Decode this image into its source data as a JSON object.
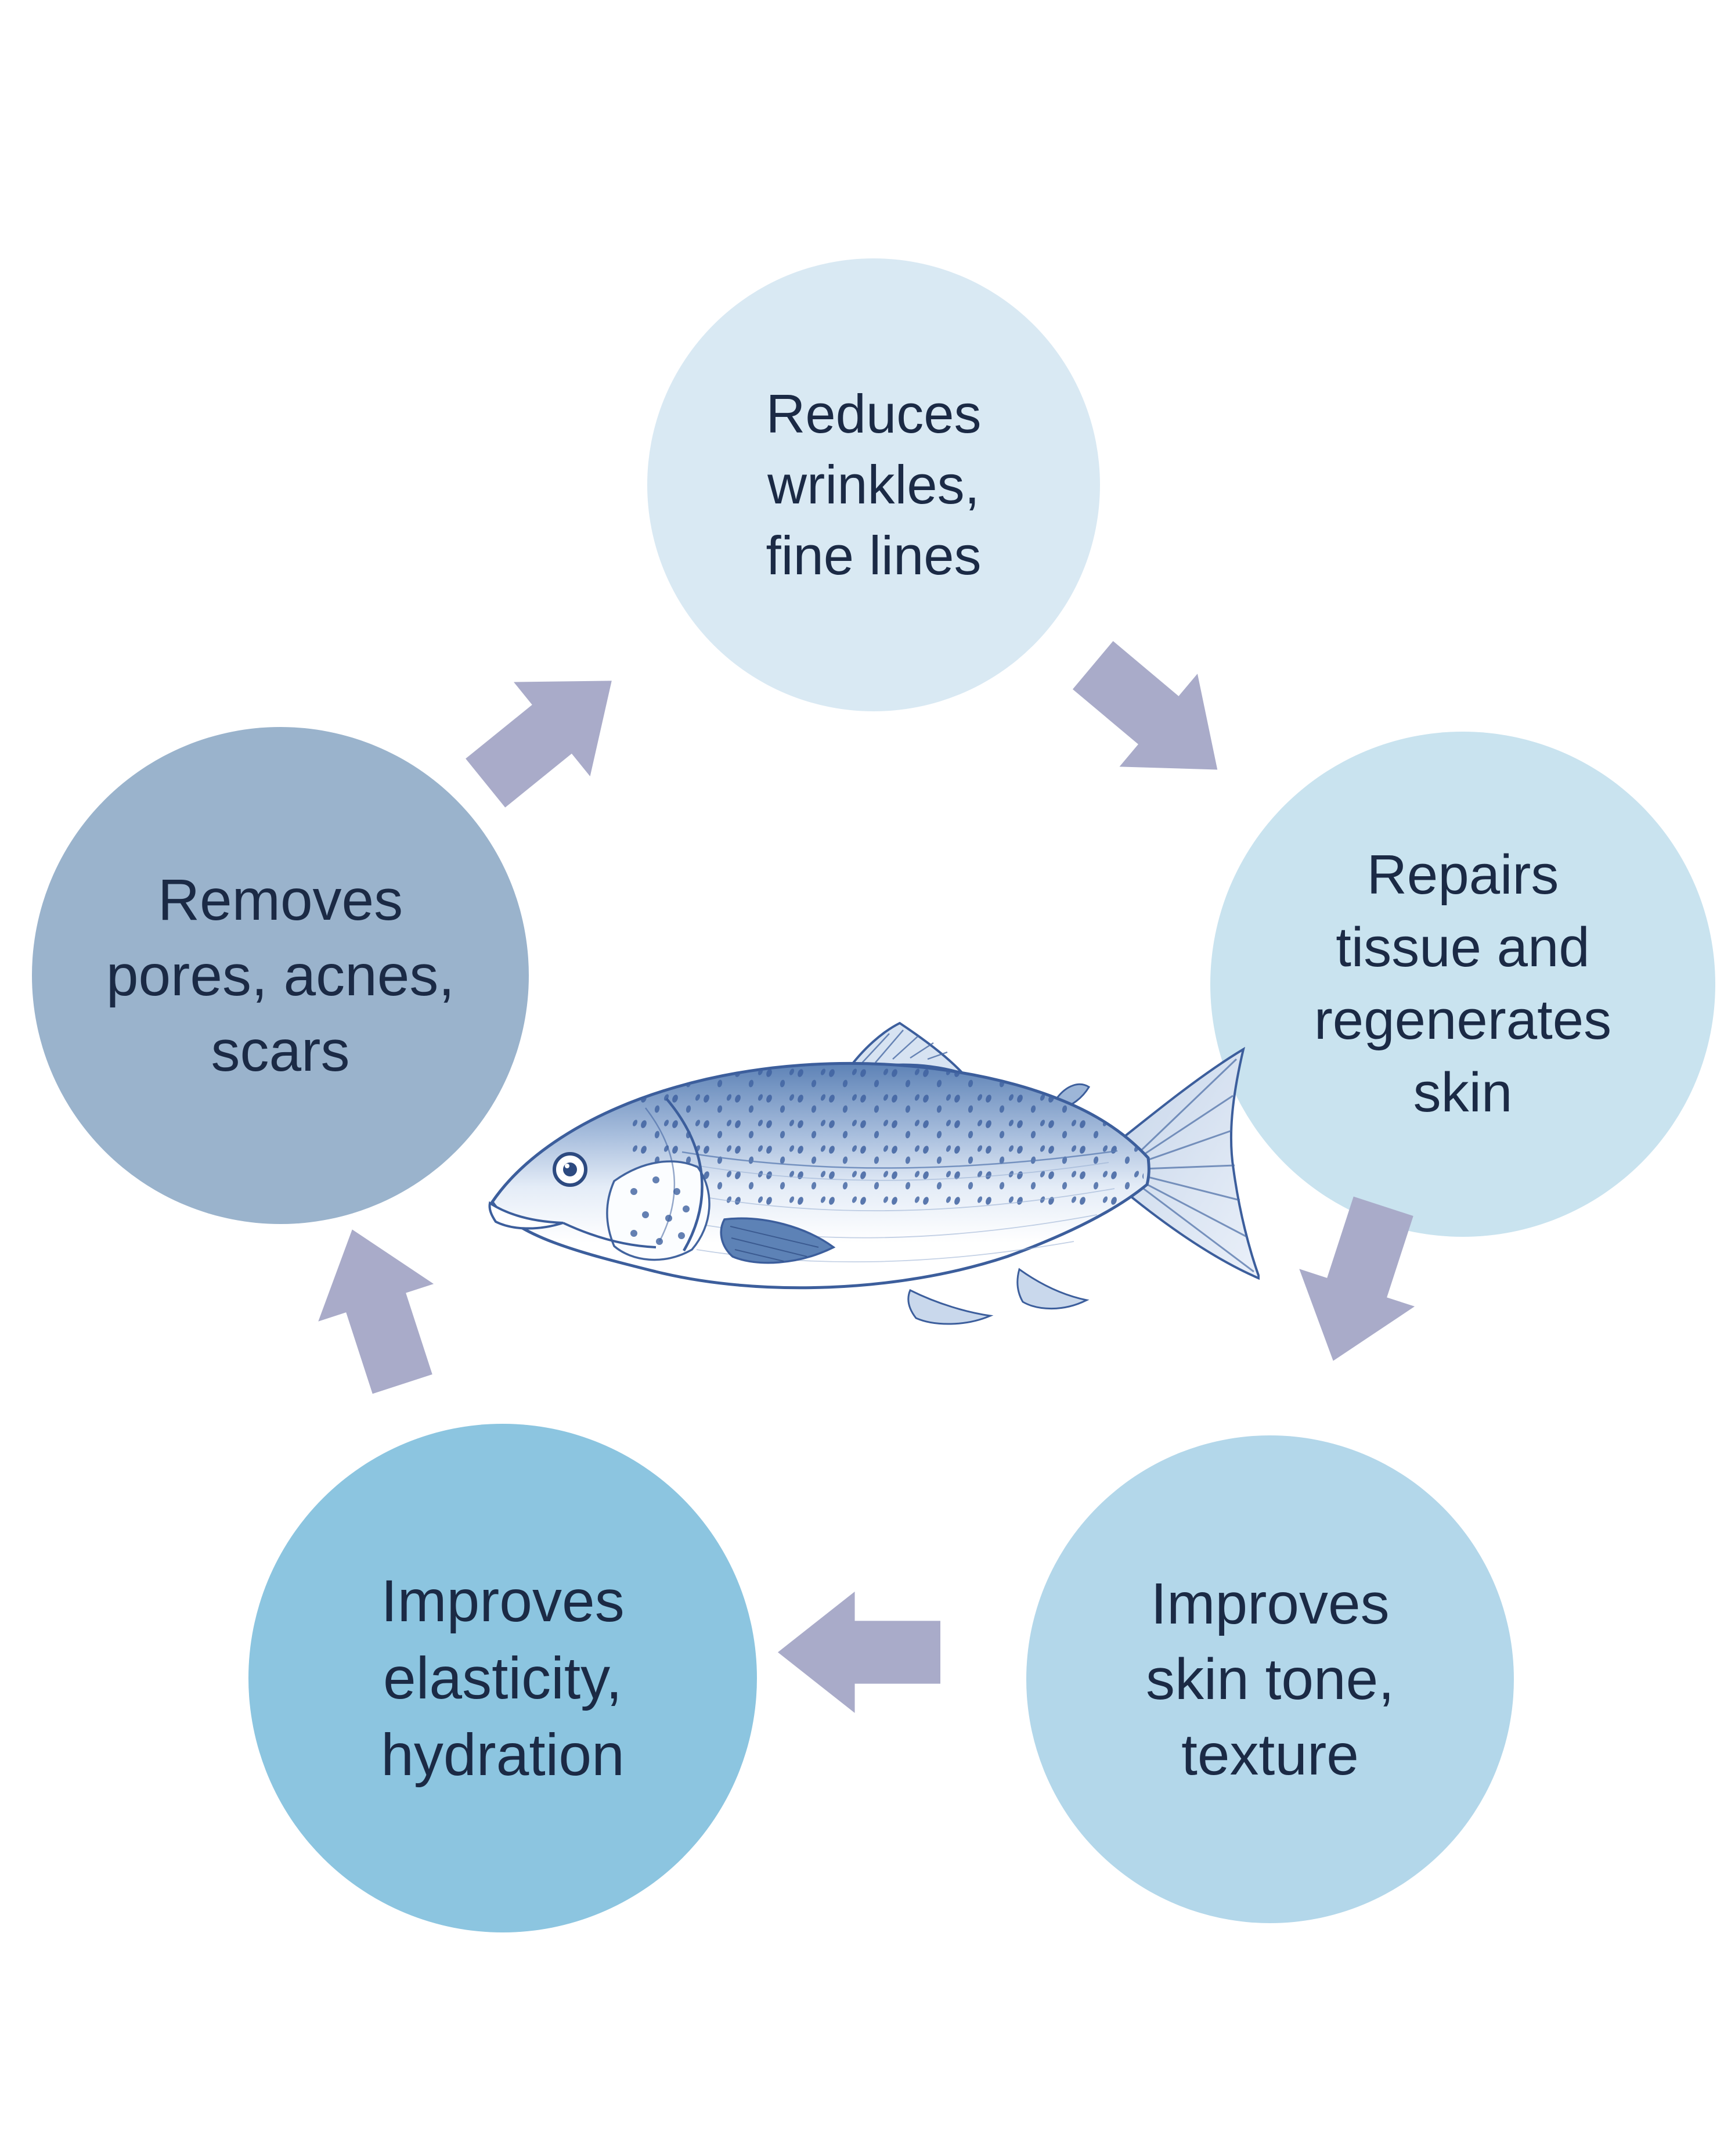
{
  "figure": {
    "title_semantic": "Fish collagen skin benefits cycle",
    "background": "#ffffff",
    "text_color": "#1b2a45",
    "arrow_color": "#a9abc9",
    "center_illustration": "atlantic-salmon-engraving",
    "fish_palette": {
      "outline": "#3c5e9c",
      "dark": "#5d82b6",
      "mid": "#9db6d8",
      "light": "#e4ecf7"
    },
    "benefits": [
      {
        "position": "top",
        "fill": "#d9e9f3",
        "label": "Reduces wrinkles, fine lines",
        "lines": [
          "Reduces",
          "wrinkles,",
          "fine lines"
        ]
      },
      {
        "position": "right",
        "fill": "#c9e3ef",
        "label": "Repairs tissue and regenerates skin",
        "lines": [
          "Repairs",
          "tissue and",
          "regenerates",
          "skin"
        ]
      },
      {
        "position": "bottom-right",
        "fill": "#b3d7ea",
        "label": "Improves skin tone, texture",
        "lines": [
          "Improves",
          "skin tone,",
          "texture"
        ]
      },
      {
        "position": "bottom-left",
        "fill": "#8cc5e0",
        "label": "Improves elasticity, hydration",
        "lines": [
          "Improves",
          "elasticity,",
          "hydration"
        ]
      },
      {
        "position": "left",
        "fill": "#9ab3cc",
        "label": "Removes pores, acnes, scars",
        "lines": [
          "Removes",
          "pores, acnes,",
          "scars"
        ]
      }
    ]
  }
}
